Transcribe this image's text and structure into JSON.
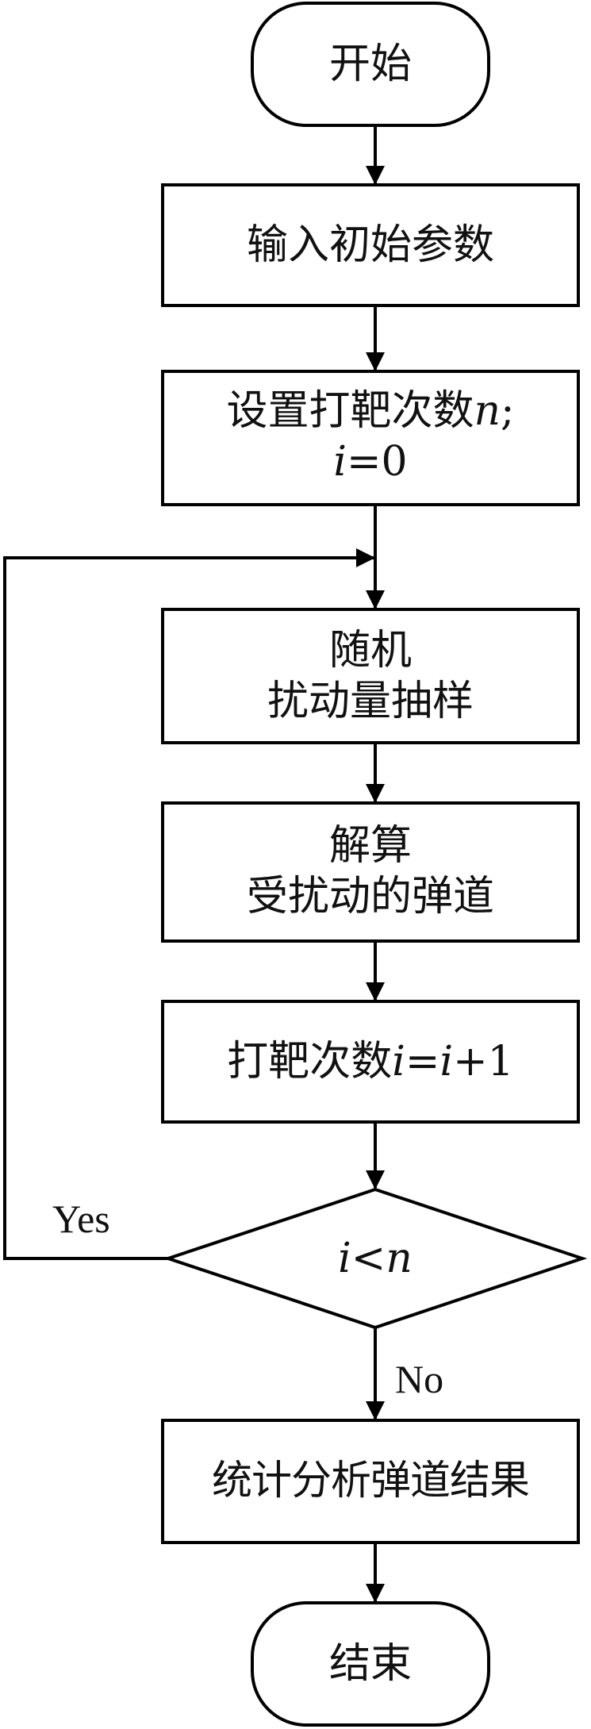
{
  "diagram": {
    "start": {
      "label": "开始"
    },
    "input_params": {
      "label": "输入初始参数"
    },
    "set_count": {
      "line1": "设置打靶次数",
      "var_n": "n",
      "line1_end": ";",
      "var_i": "i",
      "line2_rest": "=0"
    },
    "sample": {
      "line1": "随机",
      "line2": "扰动量抽样"
    },
    "solve": {
      "line1": "解算",
      "line2": "受扰动的弹道"
    },
    "increment": {
      "prefix": "打靶次数",
      "var_i": "i",
      "eq": "=",
      "var_i2": "i",
      "rest": "+1"
    },
    "decision": {
      "var_i": "i",
      "op": "<",
      "var_n": "n"
    },
    "analyze": {
      "label": "统计分析弹道结果"
    },
    "end": {
      "label": "结束"
    },
    "yes_label": "Yes",
    "no_label": "No"
  },
  "colors": {
    "stroke": "#000000",
    "background": "#ffffff",
    "text": "#111111"
  }
}
